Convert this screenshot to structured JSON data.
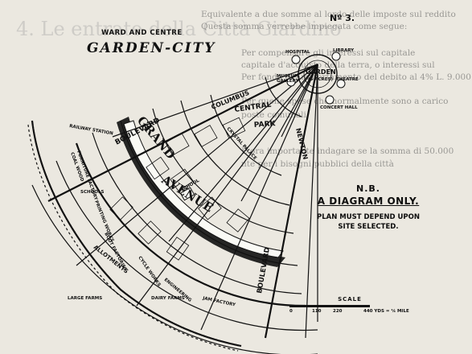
{
  "plan": {
    "number": "Nº 3.",
    "ward_title": "WARD AND CENTRE",
    "main_title": "GARDEN-CITY"
  },
  "notes": {
    "nb": "N.B.",
    "line1": "A DIAGRAM ONLY.",
    "line2": "PLAN MUST DEPEND UPON",
    "line3": "SITE SELECTED."
  },
  "labels": {
    "grand": "GRAND",
    "avenue": "AVENUE",
    "central": "CENTRAL",
    "park": "PARK",
    "boulevard_top": "BOULEVARD",
    "boulevard_right": "BOULEVARD",
    "columbus": "COLUMBUS",
    "newton": "NEWTON",
    "crystal_palace": "CRYSTAL PALACE",
    "garden": "GARDEN",
    "garden_sub": "(5 ACRES)",
    "hospital": "HOSPITAL",
    "library": "LIBRARY",
    "museum": "MUSEUM",
    "gallery": "GALLERY",
    "theatre": "THEATRE",
    "concert_hall": "CONCERT HALL",
    "railway_station": "RAILWAY STATION",
    "coal_wood": "COAL WOOD",
    "furniture_factory": "FURNITURE FACTORY",
    "schools": "SCHOOLS",
    "printing_works": "PRINTING WORKS",
    "boot_factories": "BOOT FACTORIES",
    "cycle_works": "CYCLE WORKS",
    "engineering": "ENGINEERING",
    "jam_factory": "JAM FACTORY",
    "allotments": "ALLOTMENTS",
    "large_farms": "LARGE FARMS",
    "dairy_farms": "DAIRY FARMS",
    "school": "SCHOOL"
  },
  "scale": {
    "title": "SCALE",
    "ticks": [
      "0",
      "110",
      "220",
      "440 YDS = ¼ MILE"
    ]
  },
  "background_text": {
    "heading": "4. Le entrate della Città Giardino",
    "lines": [
      "Equivalente a due somme al lordo delle imposte sul reddito",
      "Questa somma verrebbe impiegata come segue:",
      "Per compensare gli interessi sul capitale",
      "capitale d'acquisto della terra, o interessi sul",
      "Per fondo di ammortamento del debito al 4%   L. 9.000",
      "Per quelle spese che normalmente sono a carico",
      "poste comunali",
      "È ora importante indagare se la somma di 50.000",
      "nte per i bisogni pubblici della città"
    ]
  }
}
